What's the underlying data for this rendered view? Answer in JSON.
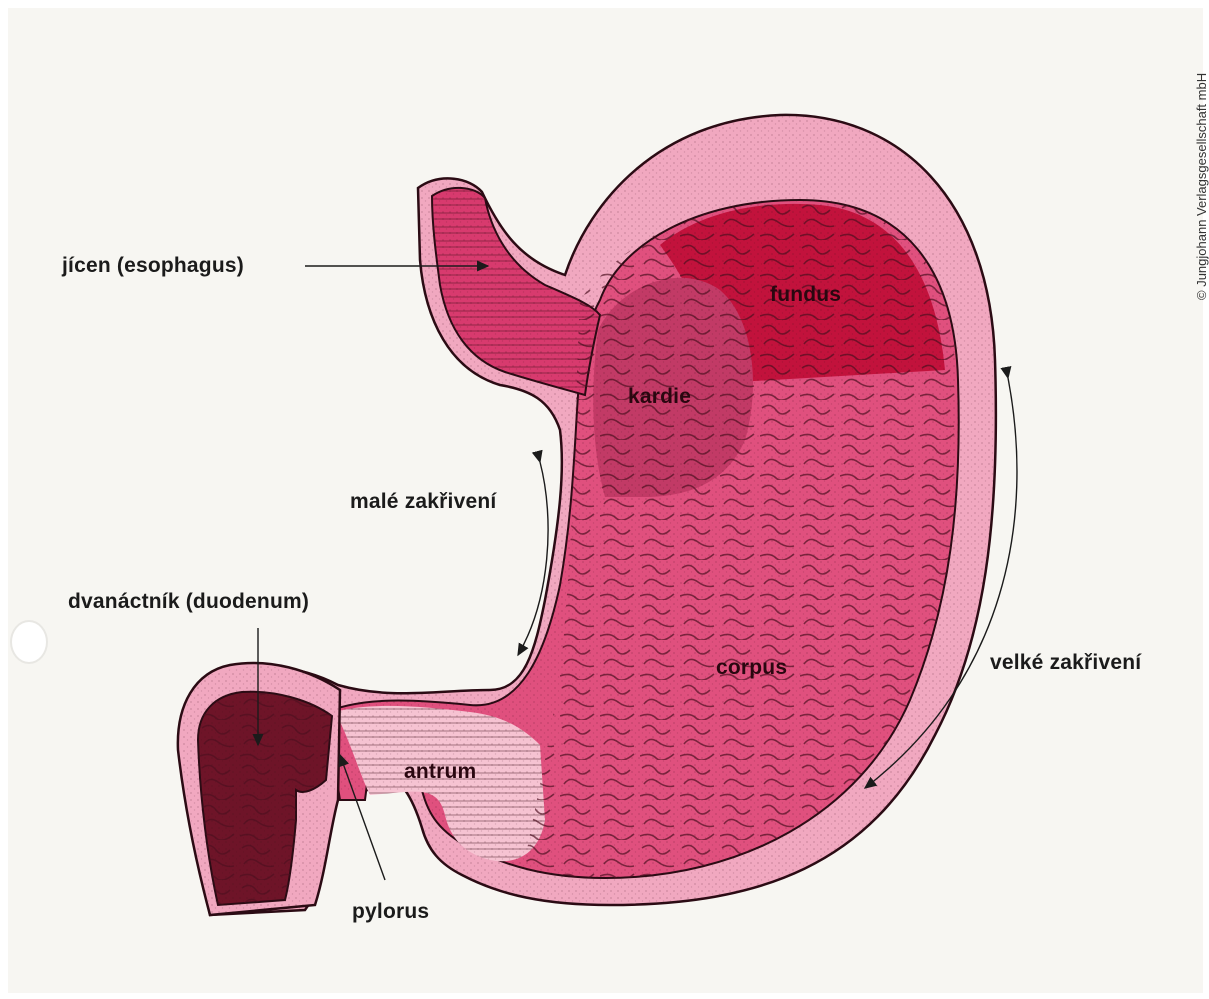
{
  "labels": {
    "esophagus": "jícen  (esophagus)",
    "lesser_curvature": "malé zakřivení",
    "duodenum": "dvanáctník (duodenum)",
    "fundus": "fundus",
    "cardia": "kardie",
    "corpus": "corpus",
    "antrum": "antrum",
    "pylorus": "pylorus",
    "greater_curvature": "velké zakřivení"
  },
  "copyright": "© Jungjohann Verlagsgesellschaft mbH",
  "colors": {
    "outer_wall": "#f1a8c0",
    "wall_outline": "#2b0b14",
    "corpus": "#e0507e",
    "fundus": "#c2123c",
    "cardia": "#c23a66",
    "antrum": "#f6c3d2",
    "duodenum_lumen": "#6e1428",
    "esophagus": "#d83a6e"
  }
}
